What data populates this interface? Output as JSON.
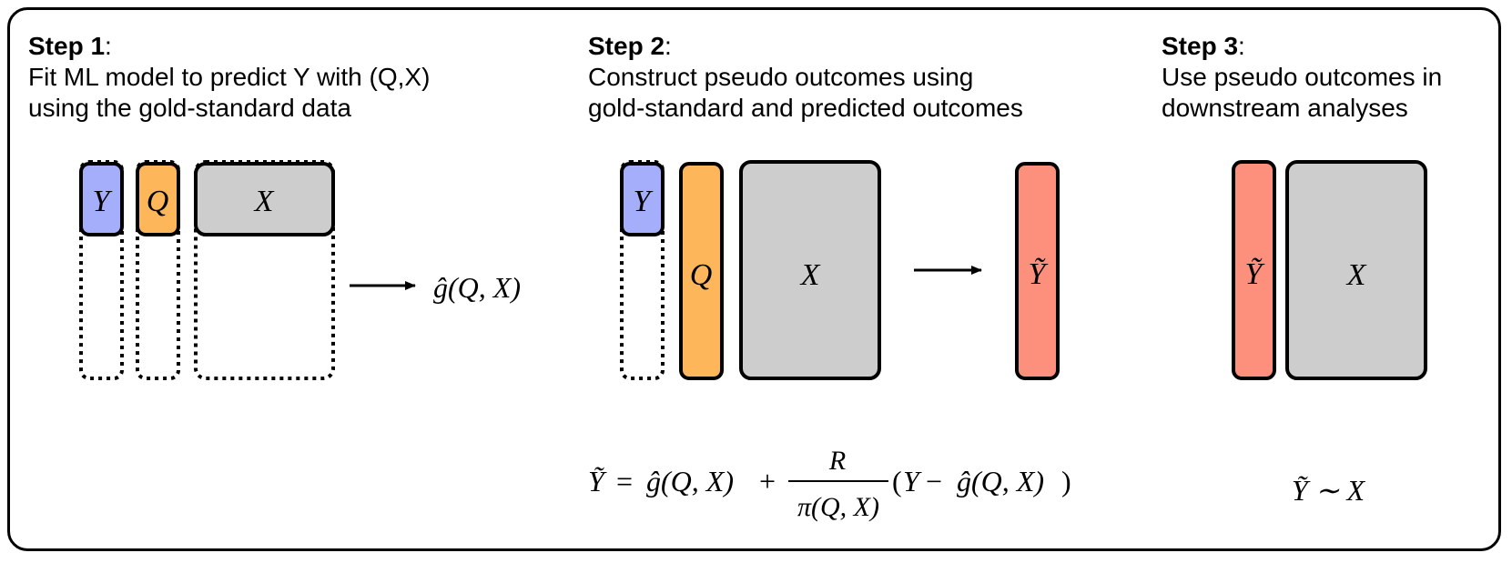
{
  "steps": [
    {
      "number_label": "Step 1",
      "line1": "Fit ML model to predict Y with (Q,X)",
      "line2": "using the gold-standard data"
    },
    {
      "number_label": "Step 2",
      "line1": "Construct pseudo outcomes using",
      "line2": "gold-standard and predicted outcomes"
    },
    {
      "number_label": "Step 3",
      "line1": "Use pseudo outcomes in",
      "line2": "downstream analyses"
    }
  ],
  "blocks": {
    "y": "Y",
    "q": "Q",
    "x": "X"
  },
  "step1_output": "ĝ(Q, X)",
  "formula": {
    "lhs": "Ỹ",
    "numerator": "R",
    "denominator": "π(Q, X)"
  },
  "step3_formula": "Ỹ ∼ X",
  "colors": {
    "y_fill": "#A4AEFB",
    "q_fill": "#FDB659",
    "x_fill": "#CDCDCD",
    "ytilde_fill": "#FD8F7D",
    "stroke": "#000000"
  }
}
